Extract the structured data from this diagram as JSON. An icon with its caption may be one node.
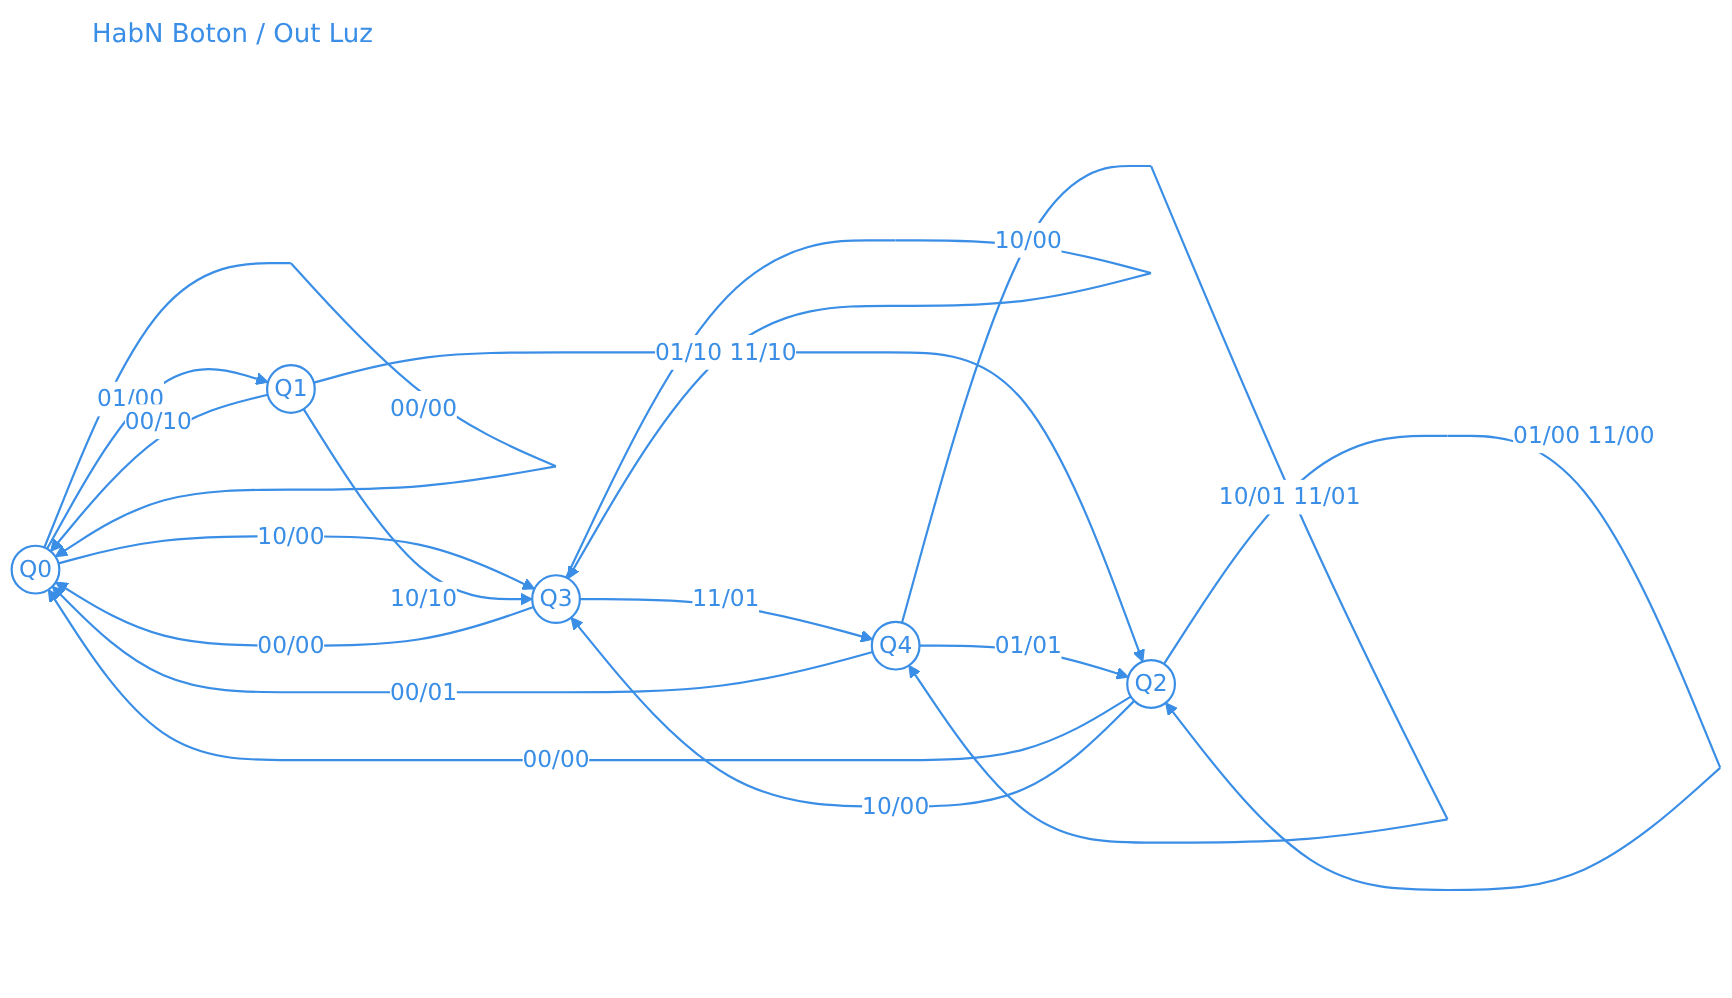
{
  "diagram": {
    "title": "HabN Boton / Out Luz",
    "nodes": [
      {
        "text": [
          "Q0"
        ]
      },
      {
        "text": [
          "Q1"
        ]
      },
      {
        "text": [
          "Q2"
        ]
      },
      {
        "text": [
          "Q3"
        ]
      },
      {
        "text": [
          "Q4"
        ]
      }
    ],
    "edges": [
      {
        "from": 0,
        "to": 0,
        "arrow": "to",
        "label": "00/00"
      },
      {
        "from": 0,
        "to": 1,
        "arrow": "to",
        "label": "01/00"
      },
      {
        "from": 1,
        "to": 0,
        "arrow": "to",
        "label": "00/10"
      },
      {
        "from": 3,
        "to": 0,
        "arrow": "to",
        "label": "00/00"
      },
      {
        "from": 0,
        "to": 3,
        "arrow": "to",
        "label": "10/00"
      },
      {
        "from": 1,
        "to": 3,
        "arrow": "to",
        "label": "10/10"
      },
      {
        "from": 1,
        "to": 2,
        "arrow": "to",
        "label": "01/10 11/10"
      },
      {
        "from": 2,
        "to": 0,
        "arrow": "to",
        "label": "00/00"
      },
      {
        "from": 2,
        "to": 3,
        "arrow": "to",
        "label": "10/00"
      },
      {
        "from": 2,
        "to": 2,
        "arrow": "to",
        "label": "01/00 11/00"
      },
      {
        "from": 3,
        "to": 3,
        "arrow": "to",
        "label": "10/00"
      },
      {
        "from": 3,
        "to": 4,
        "arrow": "to",
        "label": "11/01"
      },
      {
        "from": 4,
        "to": 2,
        "arrow": "to",
        "label": "01/01"
      },
      {
        "from": 4,
        "to": 0,
        "arrow": "to",
        "label": "00/01"
      },
      {
        "from": 4,
        "to": 4,
        "arrow": "to",
        "label": "10/01 11/01"
      }
    ]
  }
}
